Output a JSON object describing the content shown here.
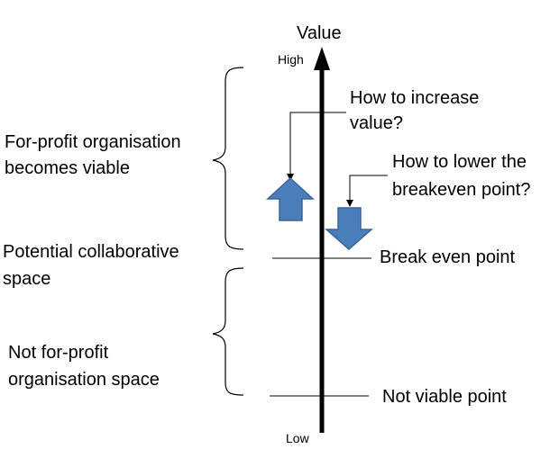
{
  "axis": {
    "title": "Value",
    "top_label": "High",
    "bottom_label": "Low"
  },
  "zones": {
    "upper": [
      "For-profit organisation",
      "becomes viable"
    ],
    "middle": [
      "Potential collaborative",
      "space"
    ],
    "lower": [
      "Not for-profit",
      "organisation space"
    ]
  },
  "points": {
    "break_even": "Break even point",
    "not_viable": "Not viable point"
  },
  "questions": {
    "increase_value": [
      "How to increase",
      "value?"
    ],
    "lower_breakeven": [
      "How to lower the",
      "breakeven point?"
    ]
  },
  "colors": {
    "arrow_fill": "#4a7ebb",
    "arrow_stroke": "#3a6597",
    "line": "#000000"
  }
}
